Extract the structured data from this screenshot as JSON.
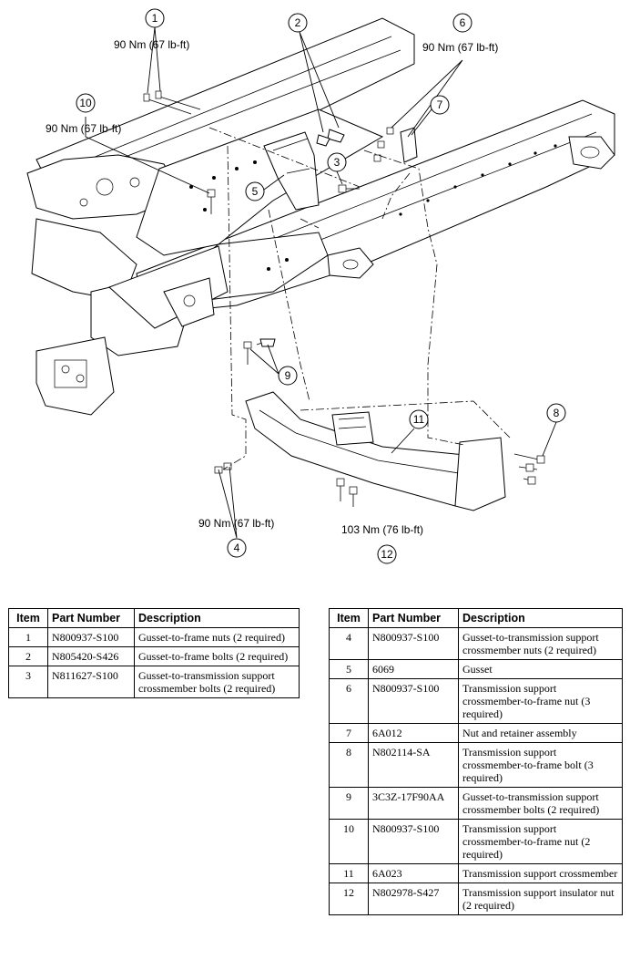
{
  "callouts": [
    {
      "n": "1",
      "torque": "90 Nm (67 lb-ft)"
    },
    {
      "n": "2"
    },
    {
      "n": "3"
    },
    {
      "n": "4",
      "torque": "90 Nm (67 lb-ft)"
    },
    {
      "n": "5"
    },
    {
      "n": "6",
      "torque": "90 Nm (67 lb-ft)"
    },
    {
      "n": "7"
    },
    {
      "n": "8"
    },
    {
      "n": "9"
    },
    {
      "n": "10",
      "torque": "90 Nm (67 lb-ft)"
    },
    {
      "n": "11"
    },
    {
      "n": "12",
      "torque": "103 Nm (76 lb-ft)"
    }
  ],
  "table": {
    "headers": {
      "item": "Item",
      "part": "Part Number",
      "desc": "Description"
    },
    "left": [
      {
        "item": "1",
        "part": "N800937-S100",
        "desc": "Gusset-to-frame nuts (2 required)"
      },
      {
        "item": "2",
        "part": "N805420-S426",
        "desc": "Gusset-to-frame bolts (2 required)"
      },
      {
        "item": "3",
        "part": "N811627-S100",
        "desc": "Gusset-to-transmission support crossmember bolts (2 required)"
      }
    ],
    "right": [
      {
        "item": "4",
        "part": "N800937-S100",
        "desc": "Gusset-to-transmission support crossmember nuts (2 required)"
      },
      {
        "item": "5",
        "part": "6069",
        "desc": "Gusset"
      },
      {
        "item": "6",
        "part": "N800937-S100",
        "desc": "Transmission support crossmember-to-frame nut (3 required)"
      },
      {
        "item": "7",
        "part": "6A012",
        "desc": "Nut and retainer assembly"
      },
      {
        "item": "8",
        "part": "N802114-SA",
        "desc": "Transmission support crossmember-to-frame bolt (3 required)"
      },
      {
        "item": "9",
        "part": "3C3Z-17F90AA",
        "desc": "Gusset-to-transmission support crossmember bolts (2 required)"
      },
      {
        "item": "10",
        "part": "N800937-S100",
        "desc": "Transmission support crossmember-to-frame nut (2 required)"
      },
      {
        "item": "11",
        "part": "6A023",
        "desc": "Transmission support crossmember"
      },
      {
        "item": "12",
        "part": "N802978-S427",
        "desc": "Transmission support insulator nut (2 required)"
      }
    ]
  }
}
